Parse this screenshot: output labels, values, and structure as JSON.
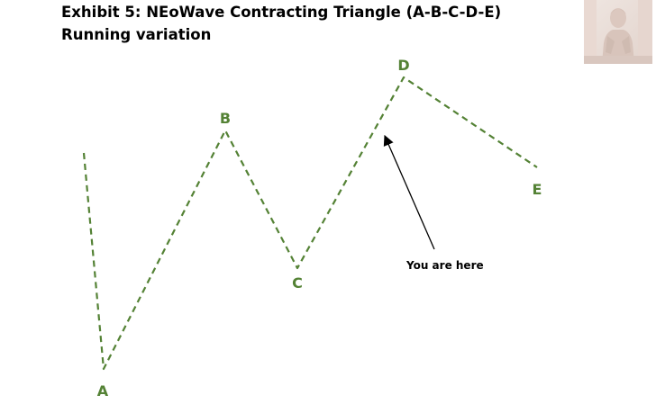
{
  "title": {
    "line1": "Exhibit 5: NEoWave Contracting Triangle (A-B-C-D-E)",
    "line2": "Running variation"
  },
  "colors": {
    "wave": "#548235",
    "text": "#000000",
    "arrow": "#000000"
  },
  "waves": {
    "labels": [
      "A",
      "B",
      "C",
      "D",
      "E"
    ]
  },
  "annotation": {
    "text": "You are here"
  },
  "portrait": {
    "icon": "statue-portrait-icon"
  }
}
